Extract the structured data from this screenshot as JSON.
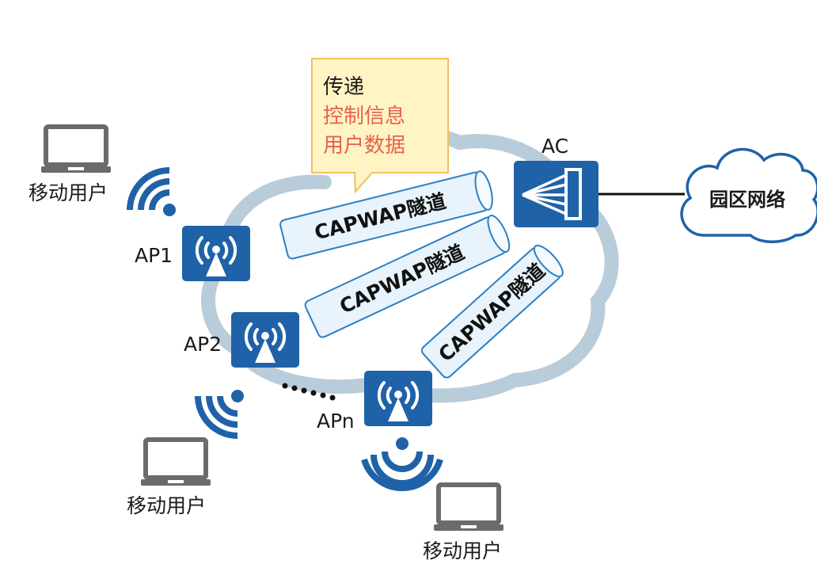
{
  "callout": {
    "line1": "传递",
    "line2": "控制信息",
    "line3": "用户数据",
    "line1_color": "#1a1a1a",
    "highlight_color": "#e8604c",
    "background": "#fff4c4",
    "border": "#f0c060"
  },
  "ac": {
    "label": "AC",
    "icon": "access-controller-icon"
  },
  "campus_network": {
    "label": "园区网络",
    "icon": "cloud-icon"
  },
  "tunnels": [
    {
      "label": "CAPWAP隧道"
    },
    {
      "label": "CAPWAP隧道"
    },
    {
      "label": "CAPWAP隧道"
    }
  ],
  "access_points": [
    {
      "label": "AP1",
      "icon": "wireless-ap-icon"
    },
    {
      "label": "AP2",
      "icon": "wireless-ap-icon"
    },
    {
      "label": "APn",
      "icon": "wireless-ap-icon"
    }
  ],
  "mobile_users": [
    {
      "label": "移动用户",
      "icon": "laptop-icon"
    },
    {
      "label": "移动用户",
      "icon": "laptop-icon"
    },
    {
      "label": "移动用户",
      "icon": "laptop-icon"
    }
  ],
  "colors": {
    "device_blue": "#1f62a8",
    "ring": "#b9ccd9",
    "wifi_blue": "#1f62a8",
    "tunnel_fill": "#e8f3fb",
    "tunnel_stroke": "#2b7fc6",
    "laptop_gray": "#6b6b6b"
  }
}
